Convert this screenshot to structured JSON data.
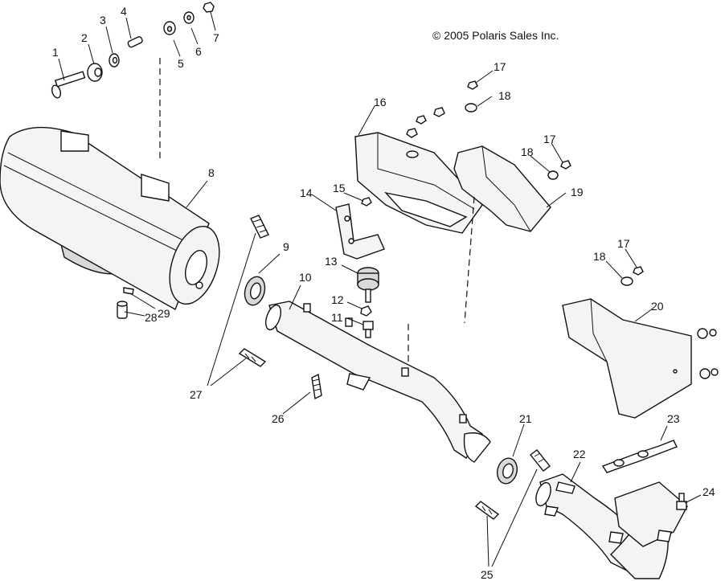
{
  "copyright": "© 2005 Polaris Sales Inc.",
  "callouts": [
    {
      "n": "1",
      "label": "1"
    },
    {
      "n": "2",
      "label": "2"
    },
    {
      "n": "3",
      "label": "3"
    },
    {
      "n": "4",
      "label": "4"
    },
    {
      "n": "5",
      "label": "5"
    },
    {
      "n": "6",
      "label": "6"
    },
    {
      "n": "7",
      "label": "7"
    },
    {
      "n": "8",
      "label": "8"
    },
    {
      "n": "9",
      "label": "9"
    },
    {
      "n": "10",
      "label": "10"
    },
    {
      "n": "11",
      "label": "11"
    },
    {
      "n": "12",
      "label": "12"
    },
    {
      "n": "13",
      "label": "13"
    },
    {
      "n": "14",
      "label": "14"
    },
    {
      "n": "15",
      "label": "15"
    },
    {
      "n": "16",
      "label": "16"
    },
    {
      "n": "17a",
      "label": "17"
    },
    {
      "n": "18a",
      "label": "18"
    },
    {
      "n": "17b",
      "label": "17"
    },
    {
      "n": "18b",
      "label": "18"
    },
    {
      "n": "19",
      "label": "19"
    },
    {
      "n": "17c",
      "label": "17"
    },
    {
      "n": "18c",
      "label": "18"
    },
    {
      "n": "20",
      "label": "20"
    },
    {
      "n": "21",
      "label": "21"
    },
    {
      "n": "22",
      "label": "22"
    },
    {
      "n": "23",
      "label": "23"
    },
    {
      "n": "24",
      "label": "24"
    },
    {
      "n": "25",
      "label": "25"
    },
    {
      "n": "26",
      "label": "26"
    },
    {
      "n": "27",
      "label": "27"
    },
    {
      "n": "28",
      "label": "28"
    },
    {
      "n": "29",
      "label": "29"
    }
  ]
}
